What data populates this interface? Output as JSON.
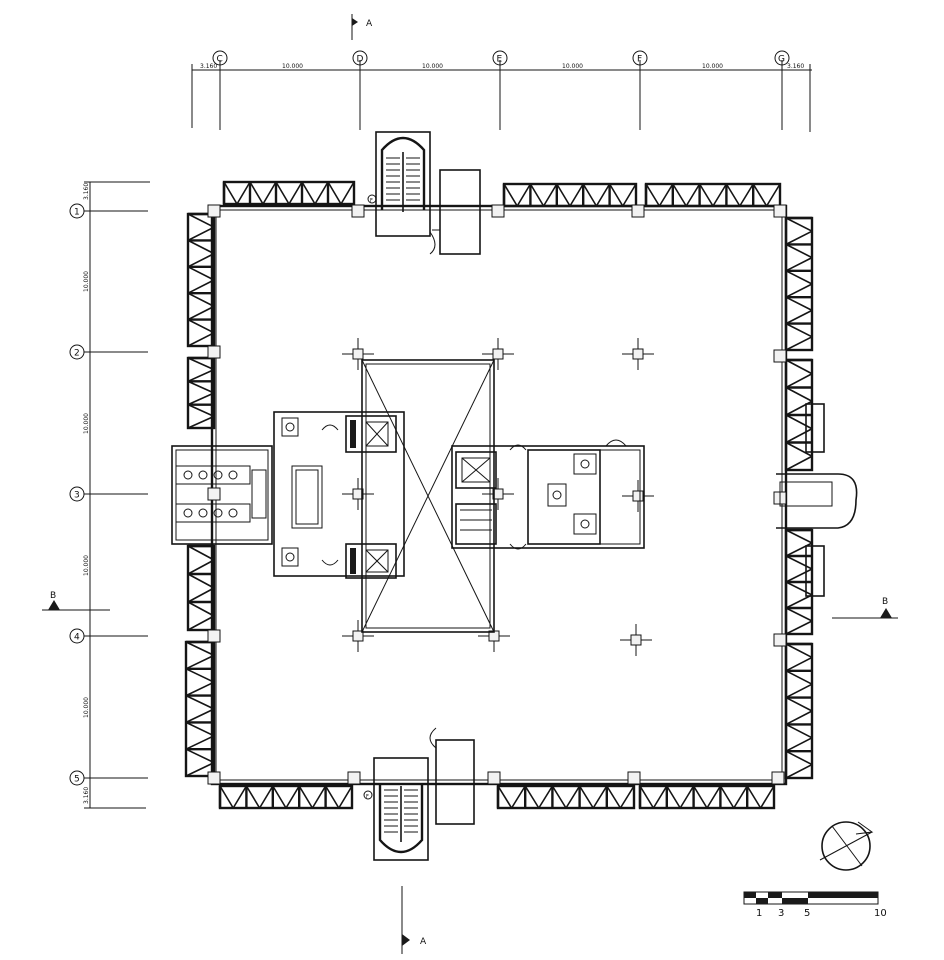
{
  "grid_columns": [
    "C",
    "D",
    "E",
    "F",
    "G"
  ],
  "grid_rows": [
    "1",
    "2",
    "3",
    "4",
    "5"
  ],
  "column_dimensions": [
    "3.160",
    "10.000",
    "10.000",
    "10.000",
    "10.000",
    "3.160"
  ],
  "row_dimensions": [
    "3.160",
    "10.000",
    "10.000",
    "10.000",
    "10.000",
    "3.160"
  ],
  "section_markers": {
    "top": "A",
    "bottom": "A",
    "left": "B",
    "right": "B"
  },
  "stair_tags": [
    "F",
    "F"
  ],
  "scale_bar": {
    "labels": [
      "1",
      "3",
      "5",
      "10"
    ]
  },
  "colors": {
    "ink": "#151515",
    "paper": "#ffffff"
  },
  "icons": [
    "north-arrow-icon",
    "section-arrow-icon",
    "stair-icon",
    "elevator-icon",
    "toilet-icon"
  ]
}
